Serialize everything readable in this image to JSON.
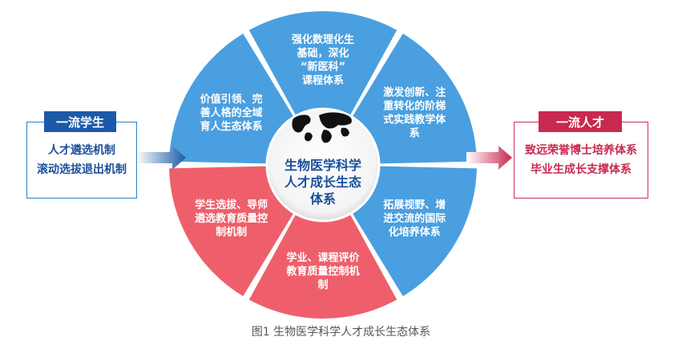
{
  "left_box": {
    "title": "一流学生",
    "lines": [
      "人才遴选机制",
      "滚动选拔退出机制"
    ]
  },
  "right_box": {
    "title": "一流人才",
    "lines": [
      "致远荣誉博士培养体系",
      "毕业生成长支撑体系"
    ]
  },
  "center": {
    "lines": [
      "生物医学科学",
      "人才成长生态",
      "体系"
    ]
  },
  "segments": [
    {
      "lines": [
        "强化数理化生",
        "基础，深化",
        "“新医科”",
        "课程体系"
      ],
      "color": "#4a9fe0"
    },
    {
      "lines": [
        "激发创新、注",
        "重转化的阶梯",
        "式实践教学体",
        "系"
      ],
      "color": "#4a9fe0"
    },
    {
      "lines": [
        "拓展视野、增",
        "进交流的国际",
        "化培养体系"
      ],
      "color": "#4a9fe0"
    },
    {
      "lines": [
        "学业、课程评价",
        "教育质量控制机",
        "制"
      ],
      "color": "#ee5f6b"
    },
    {
      "lines": [
        "学生选拔、导师",
        "遴选教育质量控",
        "制机制"
      ],
      "color": "#ee5f6b"
    },
    {
      "lines": [
        "价值引领、完",
        "善人格的全域",
        "育人生态体系"
      ],
      "color": "#4a9fe0"
    }
  ],
  "caption": "图1  生物医学科学人才成长生态体系",
  "colors": {
    "blue_segment": "#4a9fe0",
    "red_segment": "#ee5f6b",
    "left_accent": "#1b5aa8",
    "right_accent": "#c8294f",
    "center_text": "#1b4f9c"
  },
  "icons": [
    "world-map-icon",
    "arrow-right-icon"
  ]
}
